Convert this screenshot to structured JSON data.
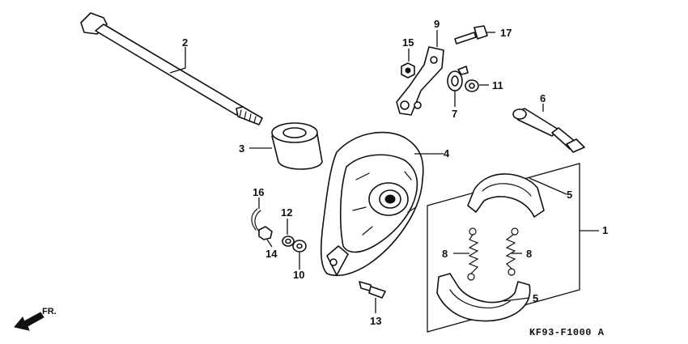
{
  "callouts": {
    "c1": "1",
    "c2": "2",
    "c3": "3",
    "c4": "4",
    "c5a": "5",
    "c5b": "5",
    "c6": "6",
    "c7": "7",
    "c8a": "8",
    "c8b": "8",
    "c9": "9",
    "c10": "10",
    "c11": "11",
    "c12": "12",
    "c13": "13",
    "c14": "14",
    "c15": "15",
    "c16": "16",
    "c17": "17"
  },
  "diagram_code": "KF93-F1000 A",
  "direction_label": "FR."
}
